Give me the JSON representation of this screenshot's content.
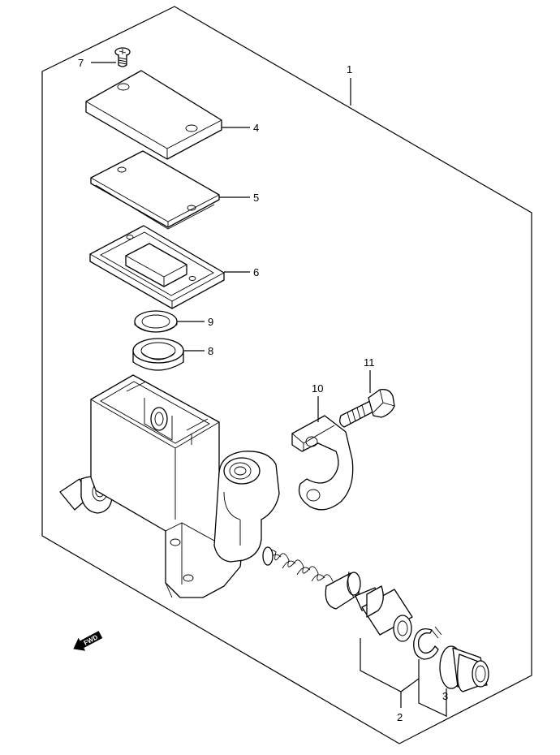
{
  "callouts": {
    "p1": "1",
    "p2": "2",
    "p3": "3",
    "p4": "4",
    "p5": "5",
    "p6": "6",
    "p7": "7",
    "p8": "8",
    "p9": "9",
    "p10": "10",
    "p11": "11"
  },
  "fwd_arrow_label": "FWD",
  "colors": {
    "line": "#000000",
    "background": "#ffffff"
  }
}
